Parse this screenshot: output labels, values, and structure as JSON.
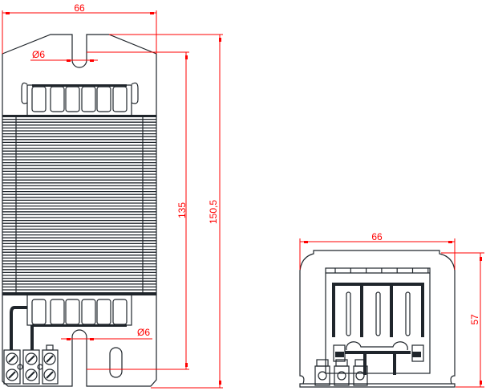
{
  "drawing": {
    "front_view": {
      "width_dim": "66",
      "hole_dim_top": "Ø6",
      "hole_dim_bottom": "Ø6",
      "hole_spacing_dim": "135",
      "overall_height_dim": "150,5"
    },
    "side_view": {
      "width_dim": "66",
      "height_dim": "57"
    },
    "colors": {
      "line": "#1f252b",
      "dimension": "#ff0000"
    }
  }
}
